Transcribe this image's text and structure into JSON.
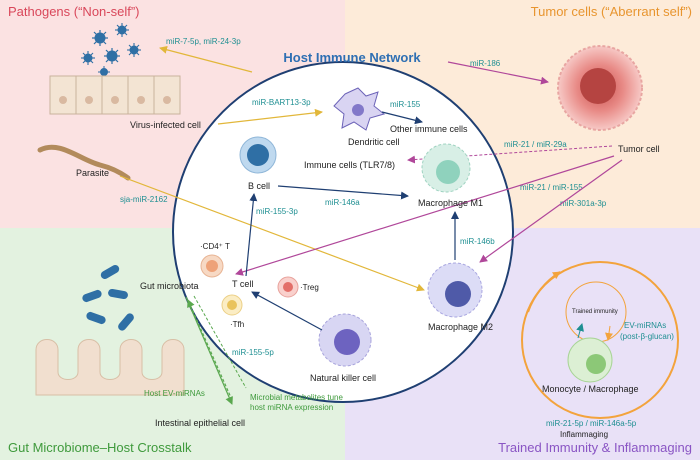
{
  "title": "Host Immune Network",
  "quadrants": {
    "pathogens": "Pathogens (“Non-self”)",
    "tumor": "Tumor cells (“Aberrant self”)",
    "gut": "Gut Microbiome–Host Crosstalk",
    "trained": "Trained Immunity & Inflammaging"
  },
  "cells": {
    "virus_infected": "Virus-infected cell",
    "parasite": "Parasite",
    "dendritic": "Dendritic cell",
    "other_immune": "Other immune cells",
    "immune_tlr": "Immune cells (TLR7/8)",
    "b_cell": "B cell",
    "macrophage_m1": "Macrophage M1",
    "macrophage_m2": "Macrophage M2",
    "cd4": "·CD4⁺ T",
    "t_cell": "T cell",
    "treg": "·Treg",
    "tfh": "·Tfh",
    "nk": "Natural killer cell",
    "tumor_cell": "Tumor cell",
    "gut_microbiota": "Gut microbiota",
    "intestinal": "Intestinal epithelial cell",
    "trained_immunity": "Trained immunity",
    "monocyte": "Monocyte / Macrophage",
    "inflammaging": "Inflammaging"
  },
  "mirnas": {
    "mir7": "miR-7-5p, miR-24-3p",
    "mir186": "miR-186",
    "bart13": "miR-BART13-3p",
    "mir155_top": "miR-155",
    "mir21_29a": "miR-21 / miR-29a",
    "mir21_155": "miR-21 / miR-155",
    "mir301": "miR-301a-3p",
    "sja": "sja-miR-2162",
    "mir146a": "miR-146a",
    "mir155_3p": "miR-155-3p",
    "mir146b": "miR-146b",
    "mir155_5p": "miR-155-5p",
    "host_ev": "Host EV-miRNAs",
    "metab1": "Microbial metabolites tune",
    "metab2": "host miRNA expression",
    "ev_mirnas": "EV-miRNAs",
    "post_glucan": "(post-β-glucan)",
    "mir21_146a5p": "miR-21-5p / miR-146a-5p"
  },
  "colors": {
    "pink_bg": "#fbe2e2",
    "peach_bg": "#fdebd9",
    "green_bg": "#e3f2e0",
    "lavender_bg": "#e9e1f7",
    "title_blue": "#2e6fb3",
    "mirna_teal": "#1f8f92",
    "arrow_navy": "#1f3f72",
    "arrow_purple": "#b0479a",
    "arrow_gold": "#e8c34a",
    "arrow_green": "#5aa84f",
    "ring_orange": "#f3a33c"
  }
}
